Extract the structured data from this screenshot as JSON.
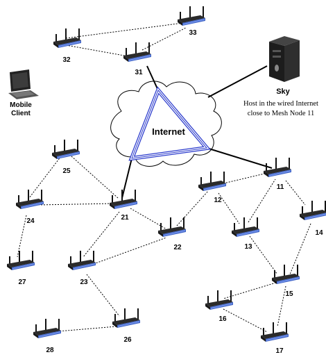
{
  "internet": {
    "label": "Internet"
  },
  "server": {
    "name": "Sky",
    "note_line1": "Host in the wired Internet",
    "note_line2": "close to Mesh Node 11"
  },
  "client": {
    "line1": "Mobile",
    "line2": "Client"
  },
  "nodes": [
    "11",
    "12",
    "13",
    "14",
    "15",
    "16",
    "17",
    "21",
    "22",
    "23",
    "24",
    "25",
    "26",
    "27",
    "28",
    "31",
    "32",
    "33"
  ],
  "links": {
    "wireless": [
      [
        "32",
        "33"
      ],
      [
        "32",
        "31"
      ],
      [
        "31",
        "33"
      ],
      [
        "25",
        "24"
      ],
      [
        "25",
        "21"
      ],
      [
        "24",
        "21"
      ],
      [
        "24",
        "27"
      ],
      [
        "21",
        "22"
      ],
      [
        "21",
        "23"
      ],
      [
        "23",
        "22"
      ],
      [
        "23",
        "26"
      ],
      [
        "26",
        "28"
      ],
      [
        "22",
        "12"
      ],
      [
        "12",
        "11"
      ],
      [
        "12",
        "13"
      ],
      [
        "13",
        "11"
      ],
      [
        "11",
        "14"
      ],
      [
        "14",
        "15"
      ],
      [
        "13",
        "15"
      ],
      [
        "15",
        "16"
      ],
      [
        "15",
        "17"
      ],
      [
        "16",
        "17"
      ]
    ],
    "wired": [
      [
        "inet-top",
        "31"
      ],
      [
        "inet-right",
        "11"
      ],
      [
        "inet-left",
        "21"
      ],
      [
        "inet",
        "sky"
      ]
    ]
  },
  "colors": {
    "router_blue": "#3a5fc4",
    "internet_link": "#2a3acc"
  }
}
